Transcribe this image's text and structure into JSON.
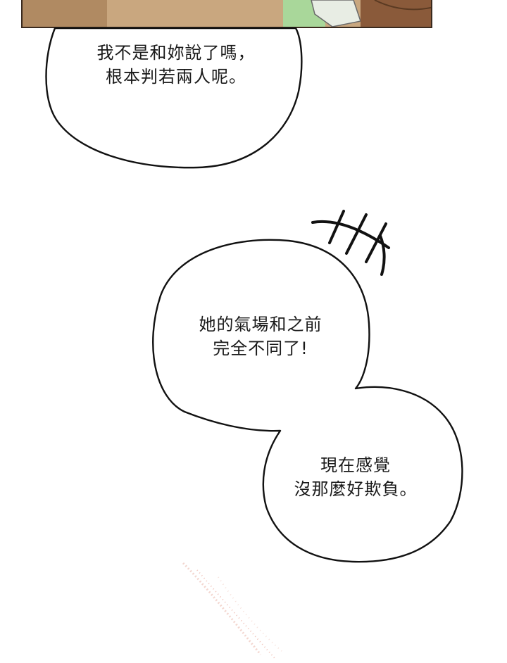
{
  "bubbles": [
    {
      "lines": [
        "我不是和妳說了嗎，",
        "根本判若兩人呢。"
      ]
    },
    {
      "lines": [
        "她的氣場和之前",
        "完全不同了!"
      ]
    },
    {
      "lines": [
        "現在感覺",
        "沒那麼好欺負。"
      ]
    }
  ],
  "colors": {
    "panel_tan": "#c9a77f",
    "panel_brown": "#8a5a3a",
    "panel_green": "#a9d79a",
    "panel_light": "#e8ede4",
    "ink": "#111111"
  }
}
